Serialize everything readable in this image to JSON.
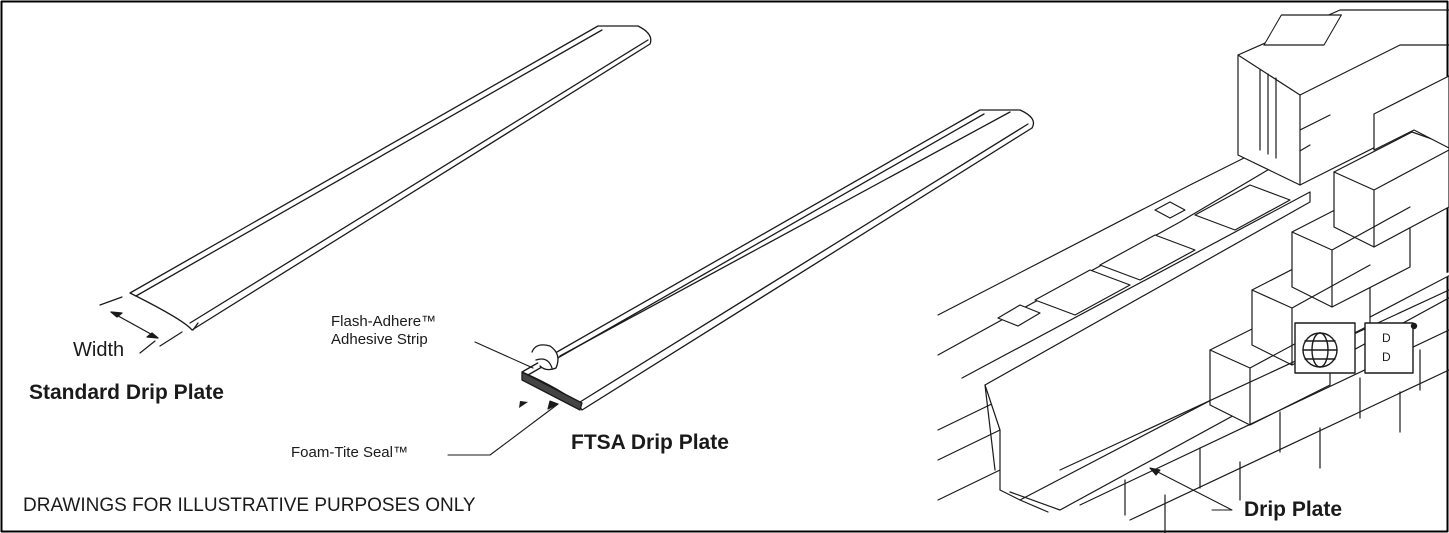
{
  "labels": {
    "width": "Width",
    "standard_title": "Standard Drip Plate",
    "adhesive_line1": "Flash-Adhere™",
    "adhesive_line2": "Adhesive Strip",
    "foam_seal": "Foam-Tite Seal™",
    "ftsa_title": "FTSA Drip Plate",
    "disclaimer": "DRAWINGS FOR ILLUSTRATIVE PURPOSES ONLY",
    "drip_plate": "Drip Plate"
  },
  "watermark": {
    "icon": "globe-icon",
    "letters": "D"
  },
  "colors": {
    "line": "#1a1a1a",
    "border": "#000000",
    "background": "#ffffff",
    "shade": "#e6e6e6"
  }
}
